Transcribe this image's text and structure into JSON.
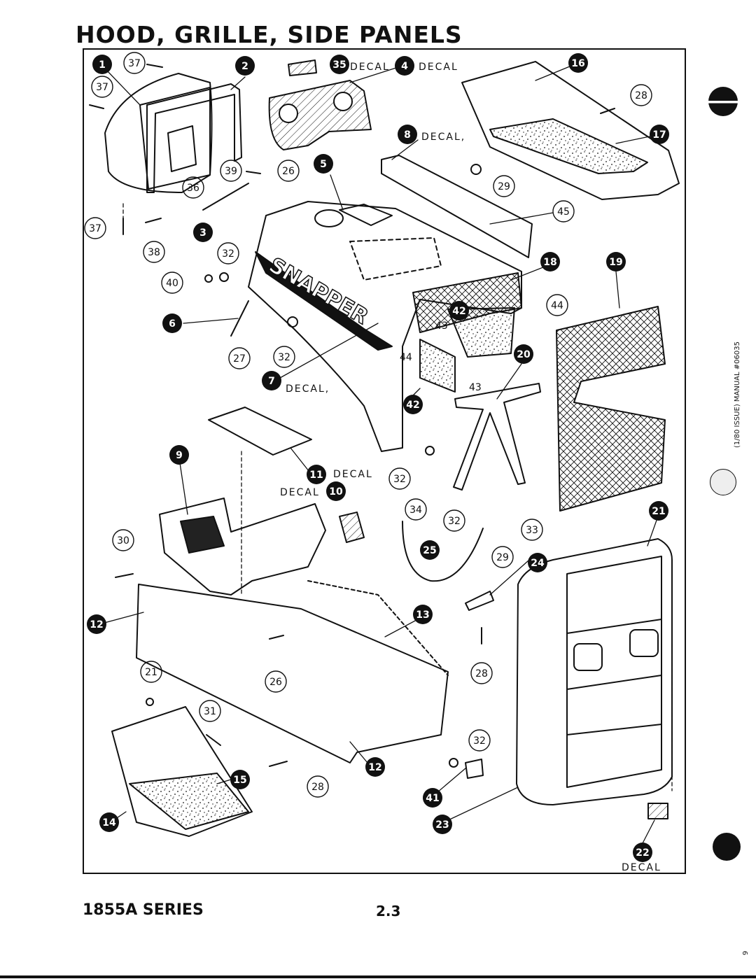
{
  "title": "HOOD, GRILLE, SIDE PANELS",
  "footer": {
    "series": "1855A SERIES",
    "page": "2.3"
  },
  "side_note": "(1/80 ISSUE)  MANUAL #06035",
  "side_number": "9",
  "hood_brand": "SNAPPER",
  "decal_word": "DECAL",
  "decal_word_comma": "DECAL,",
  "callouts_filled": [
    "1",
    "2",
    "3",
    "4",
    "5",
    "6",
    "7",
    "8",
    "9",
    "10",
    "11",
    "12",
    "13",
    "14",
    "15",
    "16",
    "17",
    "18",
    "19",
    "20",
    "21",
    "22",
    "23",
    "24",
    "25",
    "35",
    "42"
  ],
  "callouts_circled": [
    "21",
    "26",
    "27",
    "28",
    "29",
    "30",
    "31",
    "32",
    "33",
    "34",
    "36",
    "37",
    "38",
    "39",
    "40",
    "44",
    "45"
  ],
  "plain_labels": [
    "43",
    "44"
  ],
  "colors": {
    "ink": "#111111",
    "paper": "#ffffff"
  }
}
